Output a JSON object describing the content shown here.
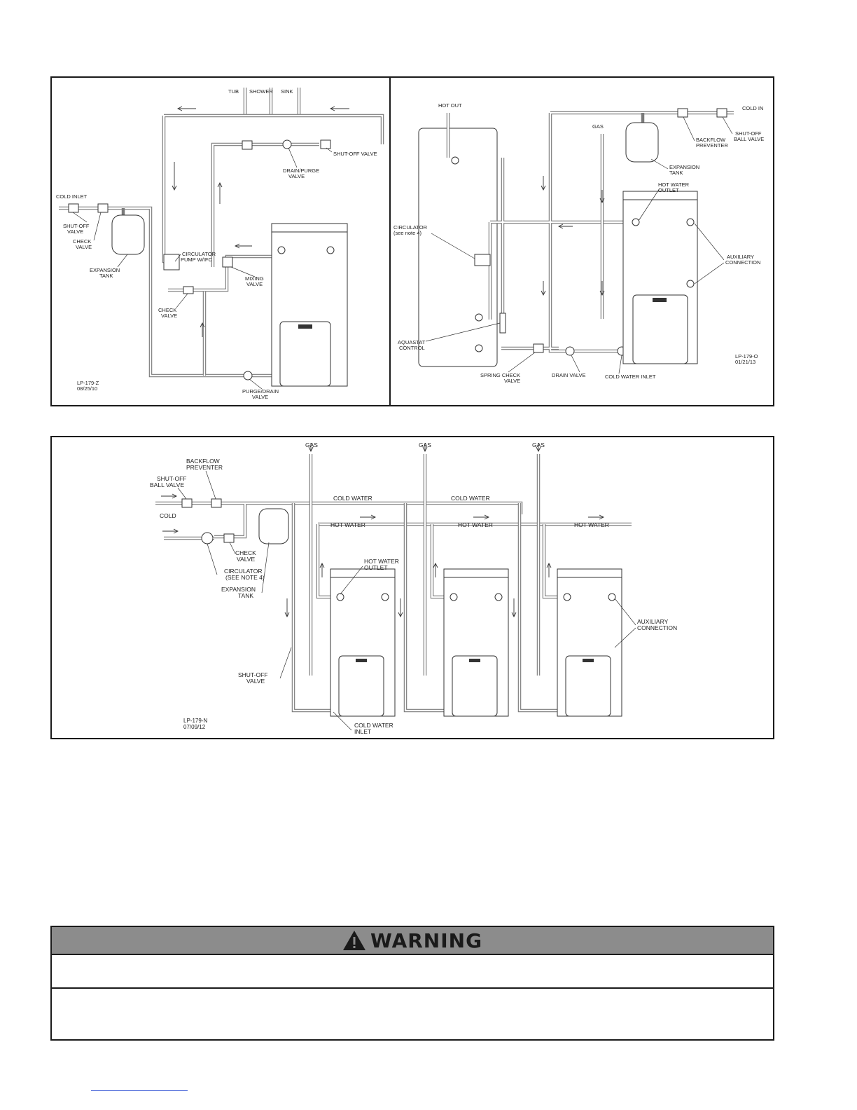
{
  "figure_top_left": {
    "labels": {
      "tub": "TUB",
      "shower": "SHOWER",
      "sink": "SINK",
      "cold_inlet": "COLD INLET",
      "shutoff_valve": "SHUT-OFF\nVALVE",
      "check_valve": "CHECK\nVALVE",
      "expansion_tank": "EXPANSION\nTANK",
      "circulator": "CIRCULATOR\nPUMP W/IFC",
      "check_valve_2": "CHECK\nVALVE",
      "drain_purge": "DRAIN/PURGE\nVALVE",
      "shutoff_valve_2": "SHUT-OFF VALVE",
      "mixing_valve": "MIXING\nVALVE",
      "purge_drain": "PURGE/DRAIN\nVALVE",
      "ref": "LP-179-Z\n08/25/10"
    }
  },
  "figure_top_right": {
    "labels": {
      "hot_out": "HOT OUT",
      "cold_in": "COLD IN",
      "gas": "GAS",
      "backflow": "BACKFLOW\nPREVENTER",
      "shutoff_ball": "SHUT-OFF\nBALL VALVE",
      "expansion_tank": "EXPANSION\nTANK",
      "hot_water_outlet": "HOT WATER\nOUTLET",
      "circulator": "CIRCULATOR\n(see note 4)",
      "auxiliary": "AUXILIARY\nCONNECTION",
      "aquastat": "AQUASTAT\nCONTROL",
      "spring_check": "SPRING CHECK\nVALVE",
      "drain_valve": "DRAIN VALVE",
      "cold_water_inlet": "COLD WATER INLET",
      "ref": "LP-179-O\n01/21/13"
    }
  },
  "figure_bottom": {
    "labels": {
      "gas": "GAS",
      "backflow": "BACKFLOW\nPREVENTER",
      "shutoff_ball": "SHUT-OFF\nBALL VALVE",
      "cold": "COLD",
      "cold_water": "COLD WATER",
      "hot_water": "HOT WATER",
      "check_valve": "CHECK\nVALVE",
      "circulator": "CIRCULATOR\n(SEE NOTE 4)",
      "expansion_tank": "EXPANSION\nTANK",
      "hot_water_outlet": "HOT WATER\nOUTLET",
      "auxiliary": "AUXILIARY\nCONNECTION",
      "shutoff_valve": "SHUT-OFF\nVALVE",
      "cold_water_inlet": "COLD WATER\nINLET",
      "ref": "LP-179-N\n07/09/12"
    }
  },
  "warning": {
    "title": "WARNING",
    "icon": "warning-triangle-icon"
  }
}
